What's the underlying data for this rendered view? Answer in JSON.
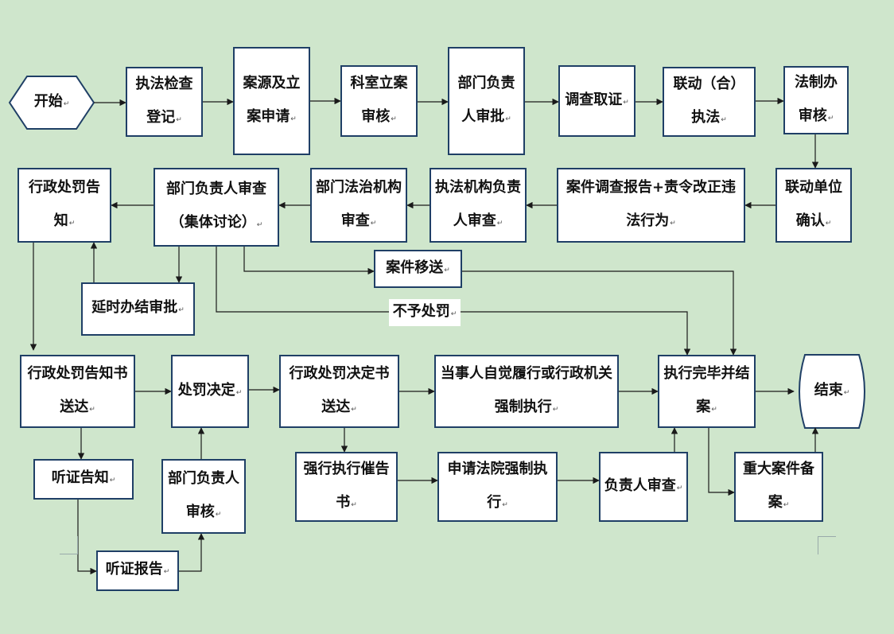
{
  "nodes": {
    "start": "开始",
    "n1": "执法检查登记",
    "n2": "案源及立案申请",
    "n3": "科室立案审核",
    "n4": "部门负责人审批",
    "n5": "调查取证",
    "n6": "联动（合）执法",
    "n7": "法制办审核",
    "n8": "联动单位确认",
    "n9": "案件调查报告+责令改正违法行为",
    "n10": "执法机构负责人审查",
    "n11": "部门法治机构审查",
    "n12": "部门负责人审查（集体讨论）",
    "n13": "行政处罚告知",
    "n14": "延时办结审批",
    "n15": "案件移送",
    "n16": "不予处罚",
    "n17": "行政处罚告知书送达",
    "n18": "处罚决定",
    "n19": "行政处罚决定书送达",
    "n20": "当事人自觉履行或行政机关强制执行",
    "n21": "执行完毕并结案",
    "end": "结束",
    "n22": "听证告知",
    "n23": "部门负责人审核",
    "n24": "听证报告",
    "n25": "强行执行催告书",
    "n26": "申请法院强制执行",
    "n27": "负责人审查",
    "n28": "重大案件备案"
  },
  "colors": {
    "background": "#cfe6cc",
    "box_border": "#1f3f66",
    "box_fill": "#ffffff",
    "edge": "#1a1a1a"
  }
}
